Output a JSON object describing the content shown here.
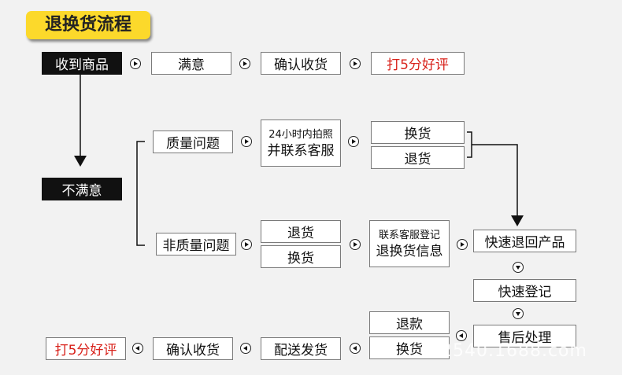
{
  "title": "退换货流程",
  "nodes": {
    "received": "收到商品",
    "satisfied": "满意",
    "confirm_top": "确认收货",
    "rate_top": "打5分好评",
    "unsatisfied": "不满意",
    "quality_issue": "质量问题",
    "photo_line1": "24小时内拍照",
    "photo_line2": "并联系客服",
    "exchange_1": "换货",
    "return_1": "退货",
    "non_quality_issue": "非质量问题",
    "return_2": "退货",
    "exchange_2": "换货",
    "register_line1": "联系客服登记",
    "register_line2": "退换货信息",
    "quick_return": "快速退回产品",
    "quick_register": "快速登记",
    "after_sales": "售后处理",
    "refund": "退款",
    "exchange_3": "换货",
    "ship": "配送发货",
    "confirm_bottom": "确认收货",
    "rate_bottom": "打5分好评"
  },
  "watermark": "2540.1688.com",
  "colors": {
    "title_bg": "#fcd92b",
    "accent_red": "#d8211a",
    "dark_box": "#111111"
  }
}
